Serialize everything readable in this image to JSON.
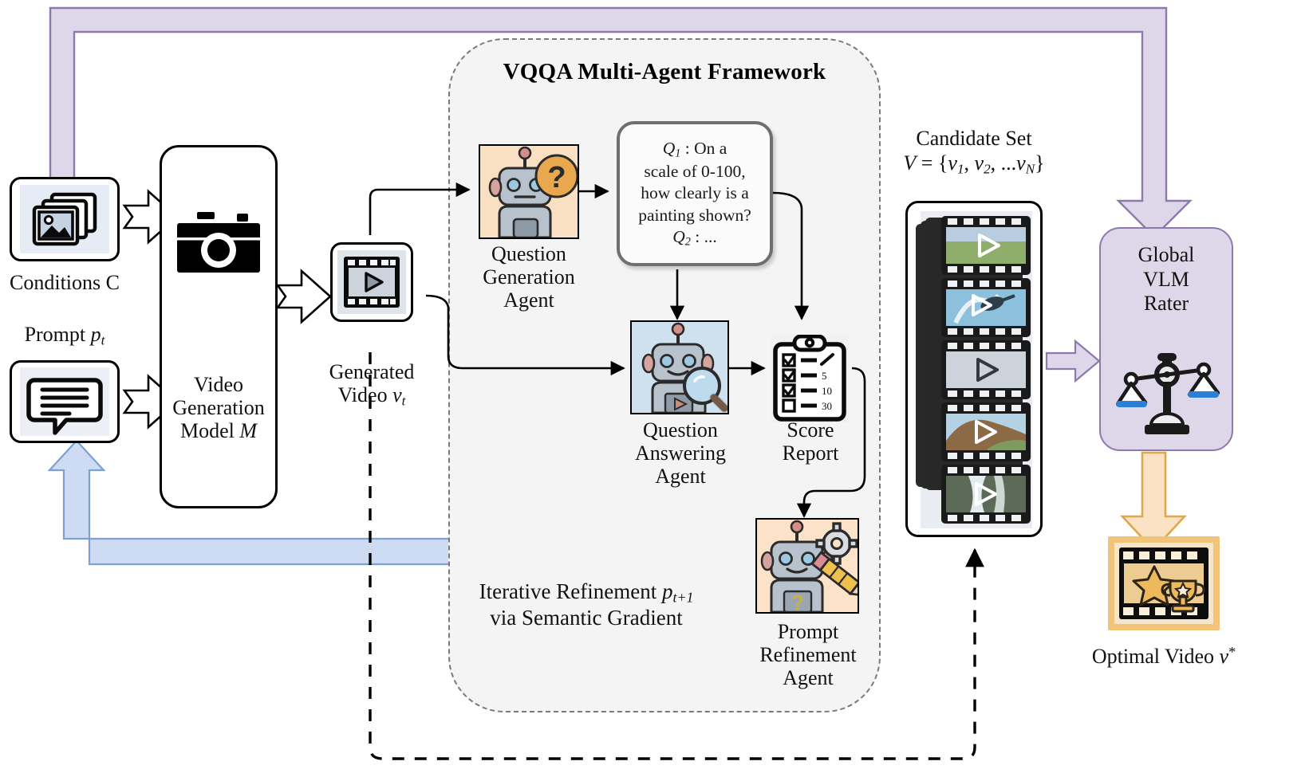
{
  "diagram": {
    "title": "VQQA Multi-Agent Framework pipeline",
    "framework": {
      "title": "VQQA Multi-Agent Framework"
    }
  },
  "nodes": {
    "conditions": {
      "label": "Conditions C",
      "icon": "images-stack-icon"
    },
    "prompt": {
      "label": "Prompt p_t",
      "label_main": "Prompt",
      "label_sym": "p",
      "label_sub": "t",
      "icon": "speech-bubble-text-icon"
    },
    "video_model": {
      "line1": "Video",
      "line2": "Generation",
      "line3": "Model M",
      "icon": "camera-icon"
    },
    "generated_video": {
      "line1": "Generated",
      "line2": "Video v_t",
      "line2_main": "Video",
      "line2_sym": "v",
      "line2_sub": "t",
      "icon": "film-play-icon"
    },
    "question_generation_agent": {
      "line1": "Question",
      "line2": "Generation",
      "line3": "Agent",
      "icon": "robot-question-icon"
    },
    "question_answering_agent": {
      "line1": "Question",
      "line2": "Answering",
      "line3": "Agent",
      "icon": "robot-magnifier-icon"
    },
    "score_report": {
      "line1": "Score",
      "line2": "Report",
      "icon": "clipboard-checklist-icon"
    },
    "prompt_refinement_agent": {
      "line1": "Prompt",
      "line2": "Refinement",
      "line3": "Agent",
      "icon": "robot-gear-pencil-icon"
    },
    "candidate_set": {
      "line1": "Candidate Set",
      "line2": "V = {v1, v2, ...vN}",
      "icon": "film-stack-icon"
    },
    "global_vlm_rater": {
      "line1": "Global",
      "line2": "VLM",
      "line3": "Rater",
      "icon": "balance-scale-icon"
    },
    "optimal_video": {
      "label": "Optimal Video v*",
      "label_main": "Optimal Video",
      "label_sym": "v",
      "label_sup": "*",
      "icon": "film-star-trophy-icon"
    }
  },
  "question_box": {
    "q1_sym": "Q",
    "q1_sub": "1",
    "q1_sep": " : On a",
    "line2": "scale of 0-100,",
    "line3": "how clearly is a",
    "line4": "painting shown?",
    "q2_sym": "Q",
    "q2_sub": "2",
    "q2_sep": " :  ..."
  },
  "score_report_items": [
    {
      "checked": true,
      "value": ""
    },
    {
      "checked": true,
      "value": "5"
    },
    {
      "checked": true,
      "value": "10"
    },
    {
      "checked": false,
      "value": "30"
    }
  ],
  "annotations": {
    "refinement_line1_main": "Iterative Refinement ",
    "refinement_line1_sym": "p",
    "refinement_line1_sub": "t+1",
    "refinement_line2": "via Semantic Gradient"
  },
  "colors": {
    "purple_fill": "#ded7e9",
    "purple_stroke": "#8e79ad",
    "blue_fill": "#cddcf2",
    "blue_stroke": "#7e9fd0",
    "orange_fill": "#fae2c4",
    "orange_stroke": "#e2a64a",
    "framework_fill": "#f4f4f4",
    "framework_stroke": "#7a7a7a",
    "ink": "#000000"
  }
}
